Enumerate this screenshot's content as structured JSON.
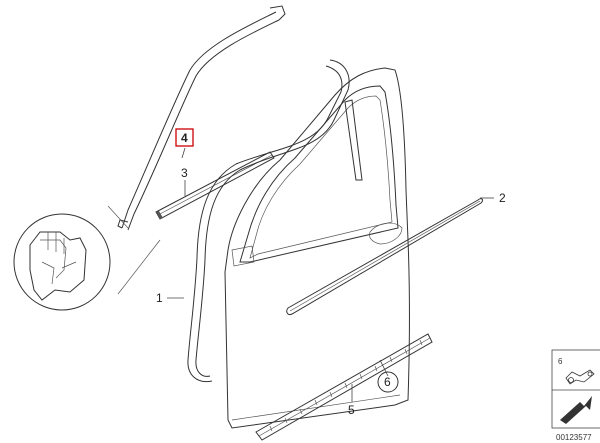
{
  "diagram": {
    "callouts": [
      {
        "id": "c1",
        "text": "1"
      },
      {
        "id": "c2",
        "text": "2"
      },
      {
        "id": "c3",
        "text": "3"
      },
      {
        "id": "c4",
        "text": "4",
        "style": "red-box"
      },
      {
        "id": "c5",
        "text": "5"
      },
      {
        "id": "c6",
        "text": "6",
        "style": "circle"
      }
    ],
    "legend": {
      "number": "6"
    },
    "code": "00123577"
  },
  "colors": {
    "highlight": "#cc0000",
    "line": "#333333",
    "part": "#555555"
  }
}
